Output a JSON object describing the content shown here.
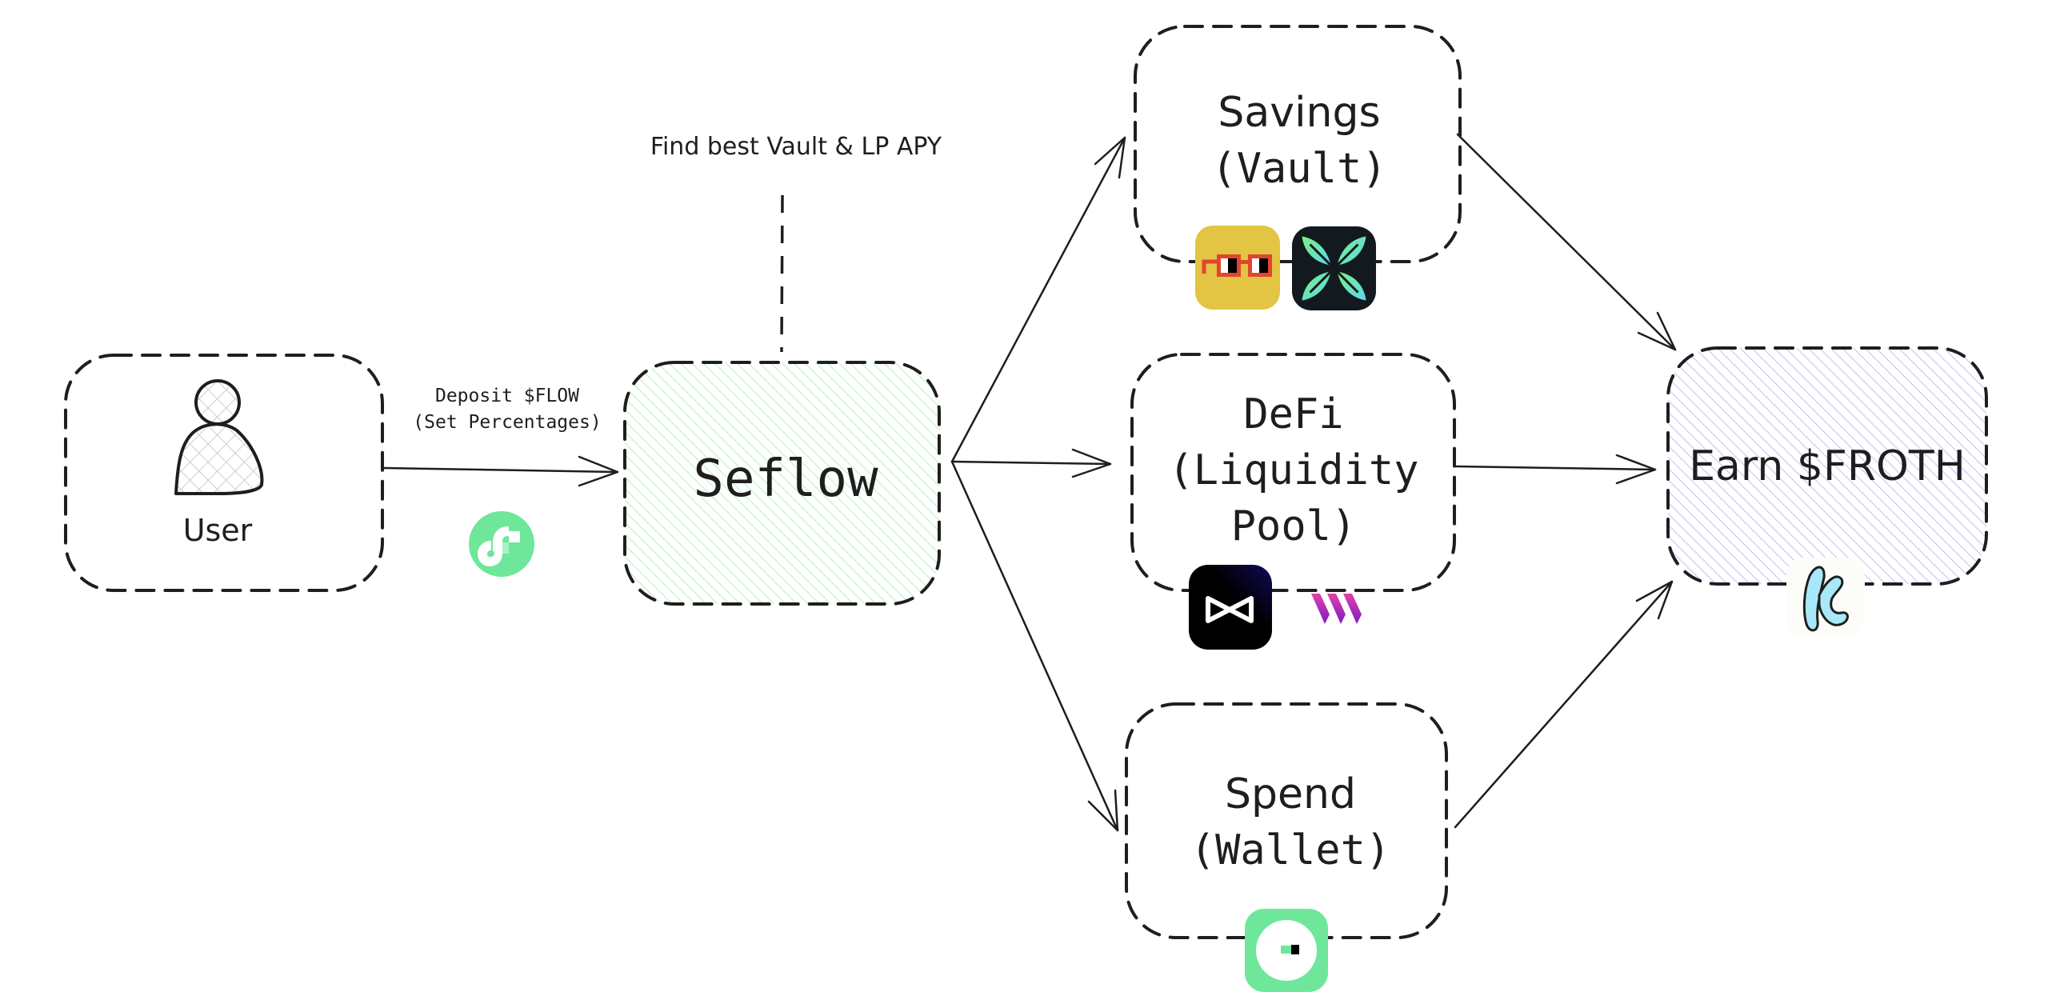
{
  "diagram": {
    "annotation_top": "Find best Vault & LP APY",
    "nodes": {
      "user": {
        "label": "User",
        "icon": "person-icon"
      },
      "seflow": {
        "label": "Seflow",
        "fill_color": "#b2f2bb"
      },
      "savings": {
        "line1": "Savings",
        "line2": "(Vault)",
        "icons": [
          "glasses-vault-icon",
          "leaf-x-icon"
        ]
      },
      "defi": {
        "line1": "DeFi",
        "line2": "(Liquidity",
        "line3": "Pool)",
        "icons": [
          "infinity-dex-icon",
          "triple-w-icon"
        ]
      },
      "spend": {
        "line1": "Spend",
        "line2": "(Wallet)",
        "icons": [
          "wallet-ring-icon"
        ]
      },
      "earn": {
        "label": "Earn $FROTH",
        "fill_color": "#d0bfff",
        "icons": [
          "froth-k-icon"
        ]
      }
    },
    "edges": {
      "user_to_seflow": {
        "label_line1": "Deposit $FLOW",
        "label_line2": "(Set Percentages)",
        "icon": "flow-token-icon"
      },
      "seflow_to_savings": {},
      "seflow_to_defi": {},
      "seflow_to_spend": {},
      "savings_to_earn": {},
      "defi_to_earn": {},
      "spend_to_earn": {}
    },
    "colors": {
      "stroke": "#1e1e1e",
      "flow_green": "#6ee79a",
      "vault_yellow": "#e3c443",
      "glasses_red": "#e0462f",
      "leaf_dark": "#131a1f",
      "w_purple": "#b02fc0",
      "froth_blue": "#a8e8f8"
    }
  }
}
